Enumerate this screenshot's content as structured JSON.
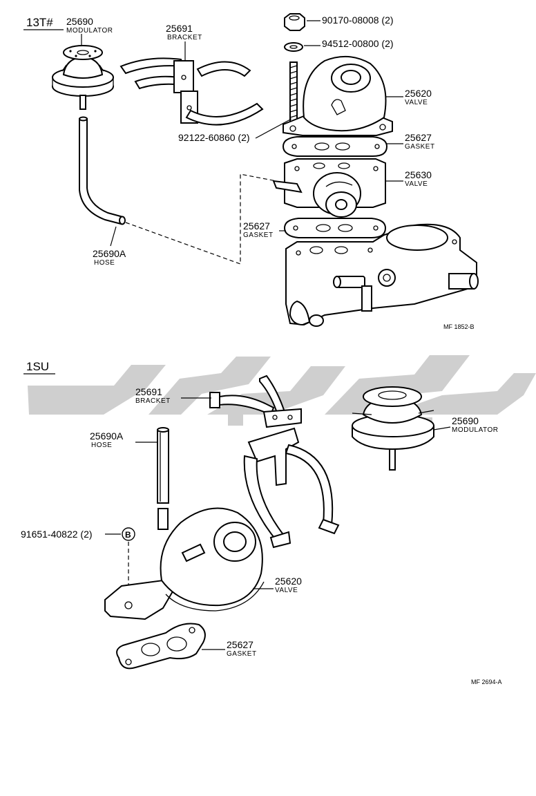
{
  "sections": {
    "top": {
      "label": "13T#",
      "ref": "MF 1852-B"
    },
    "bottom": {
      "label": "1SU",
      "ref": "MF 2694-A"
    }
  },
  "parts_top": {
    "modulator": {
      "num": "25690",
      "name": "MODULATOR"
    },
    "bracket": {
      "num": "25691",
      "name": "BRACKET"
    },
    "nut": {
      "num": "90170-08008 (2)"
    },
    "washer": {
      "num": "94512-00800 (2)"
    },
    "stud": {
      "num": "92122-60860 (2)"
    },
    "valve": {
      "num": "25620",
      "name": "VALVE"
    },
    "gasket1": {
      "num": "25627",
      "name": "GASKET"
    },
    "valve2": {
      "num": "25630",
      "name": "VALVE"
    },
    "gasket2": {
      "num": "25627",
      "name": "GASKET"
    },
    "hose": {
      "num": "25690A",
      "name": "HOSE"
    }
  },
  "parts_bottom": {
    "bracket": {
      "num": "25691",
      "name": "BRACKET"
    },
    "modulator": {
      "num": "25690",
      "name": "MODULATOR"
    },
    "hose": {
      "num": "25690A",
      "name": "HOSE"
    },
    "bolt": {
      "num": "91651-40822 (2)",
      "marker": "B"
    },
    "valve": {
      "num": "25620",
      "name": "VALVE"
    },
    "gasket": {
      "num": "25627",
      "name": "GASKET"
    }
  }
}
